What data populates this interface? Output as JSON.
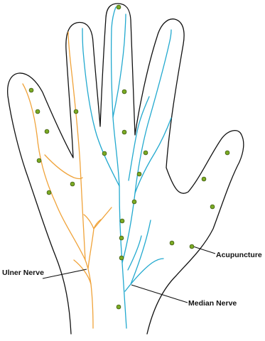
{
  "labels": {
    "ulner": "Ulner Nerve",
    "median": "Median Nerve",
    "acupuncture": "Acupuncture"
  },
  "colors": {
    "outline": "#111111",
    "ulner_nerve": "#f0a33a",
    "median_nerve": "#22a9cf",
    "acupuncture_point": "#7bab24"
  }
}
